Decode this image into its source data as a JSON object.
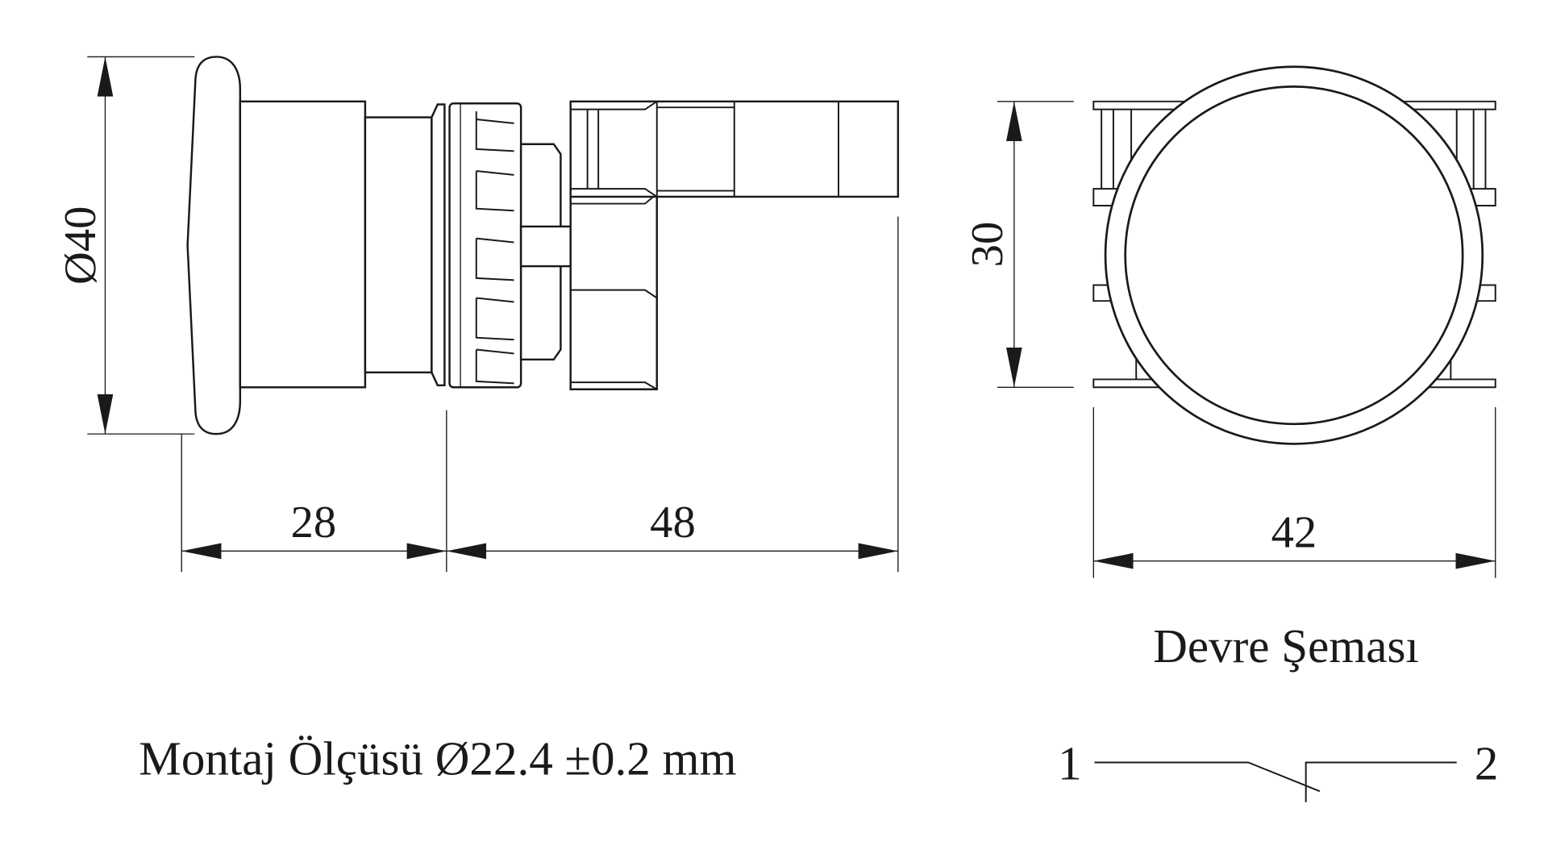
{
  "side_view": {
    "diameter_label": "Ø40",
    "length_front_label": "28",
    "length_back_label": "48"
  },
  "front_view": {
    "height_label": "30",
    "width_label": "42"
  },
  "circuit": {
    "title": "Devre Şeması",
    "terminal_1": "1",
    "terminal_2": "2"
  },
  "mounting_text": "Montaj Ölçüsü Ø22.4 ±0.2 mm"
}
